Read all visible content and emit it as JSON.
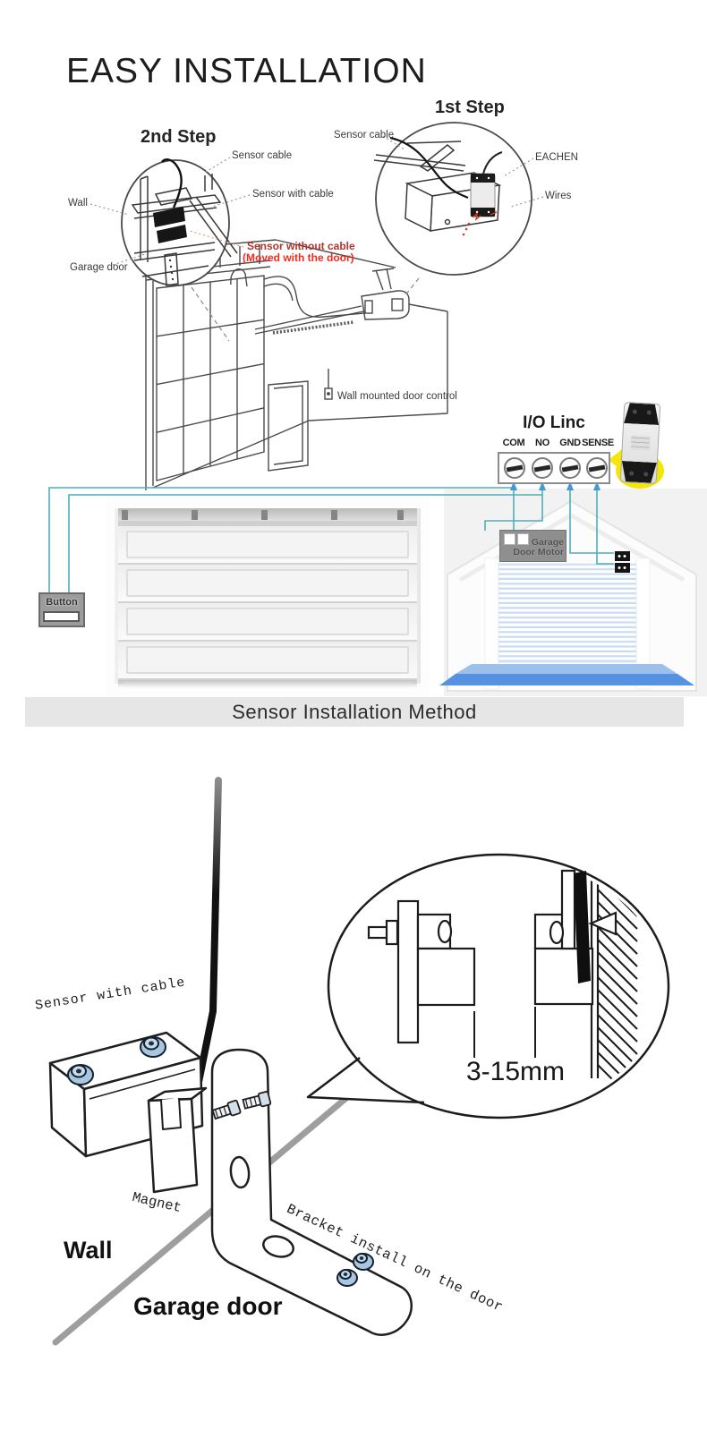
{
  "header": {
    "title": "EASY INSTALLATION"
  },
  "step2": {
    "label": "2nd Step",
    "sensor_cable": "Sensor cable",
    "sensor_with_cable": "Sensor with cable",
    "wall": "Wall",
    "garage_door": "Garage door",
    "sensor_without_cable": "Sensor without cable",
    "moved_note": "(Moved with the door)"
  },
  "step1": {
    "label": "1st Step",
    "sensor_cable": "Sensor cable",
    "device": "EACHEN",
    "wires": "Wires"
  },
  "garage_scene": {
    "wall_control": "Wall mounted door control"
  },
  "io_linc": {
    "title": "I/O Linc",
    "terminals": [
      "COM",
      "NO",
      "GND",
      "SENSE"
    ]
  },
  "wiring": {
    "button": "Button",
    "motor": "Garage\nDoor Motor"
  },
  "caption": "Sensor Installation Method",
  "detail": {
    "sensor_with_cable": "Sensor with cable",
    "magnet": "Magnet",
    "wall": "Wall",
    "garage_door": "Garage door",
    "bracket_note": "Bracket install on the door",
    "gap": "3-15mm"
  },
  "colors": {
    "wire_teal": "#4fafb8",
    "arrow_blue": "#3f9ad6",
    "accent_yellow": "#f4e60b",
    "note_dark_red": "#b23530",
    "note_red": "#ef2b1f",
    "door_stripe_blue": "#c9dcf2",
    "ramp_light_blue": "#9dc0ea",
    "ramp_blue": "#5792e2",
    "screw_steel_blue": "#a9c6e0",
    "line_gray": "#9e9e9e"
  }
}
